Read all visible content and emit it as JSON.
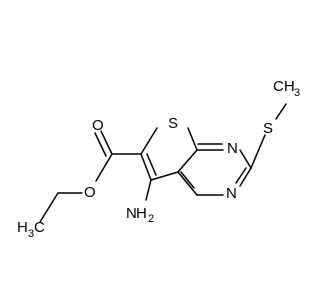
{
  "molecule": {
    "atoms": {
      "S_ring": "S",
      "N_top": "N",
      "N_bottom": "N",
      "S_methylthio": "S",
      "CH3_right": "CH",
      "CH3_right_sub": "3",
      "O_carbonyl": "O",
      "O_ester": "O",
      "CH3_left": "H",
      "CH3_left_sub": "3",
      "CH3_left_C": "C",
      "NH2": "H",
      "NH2_N": "N",
      "NH2_sub": "2"
    }
  }
}
